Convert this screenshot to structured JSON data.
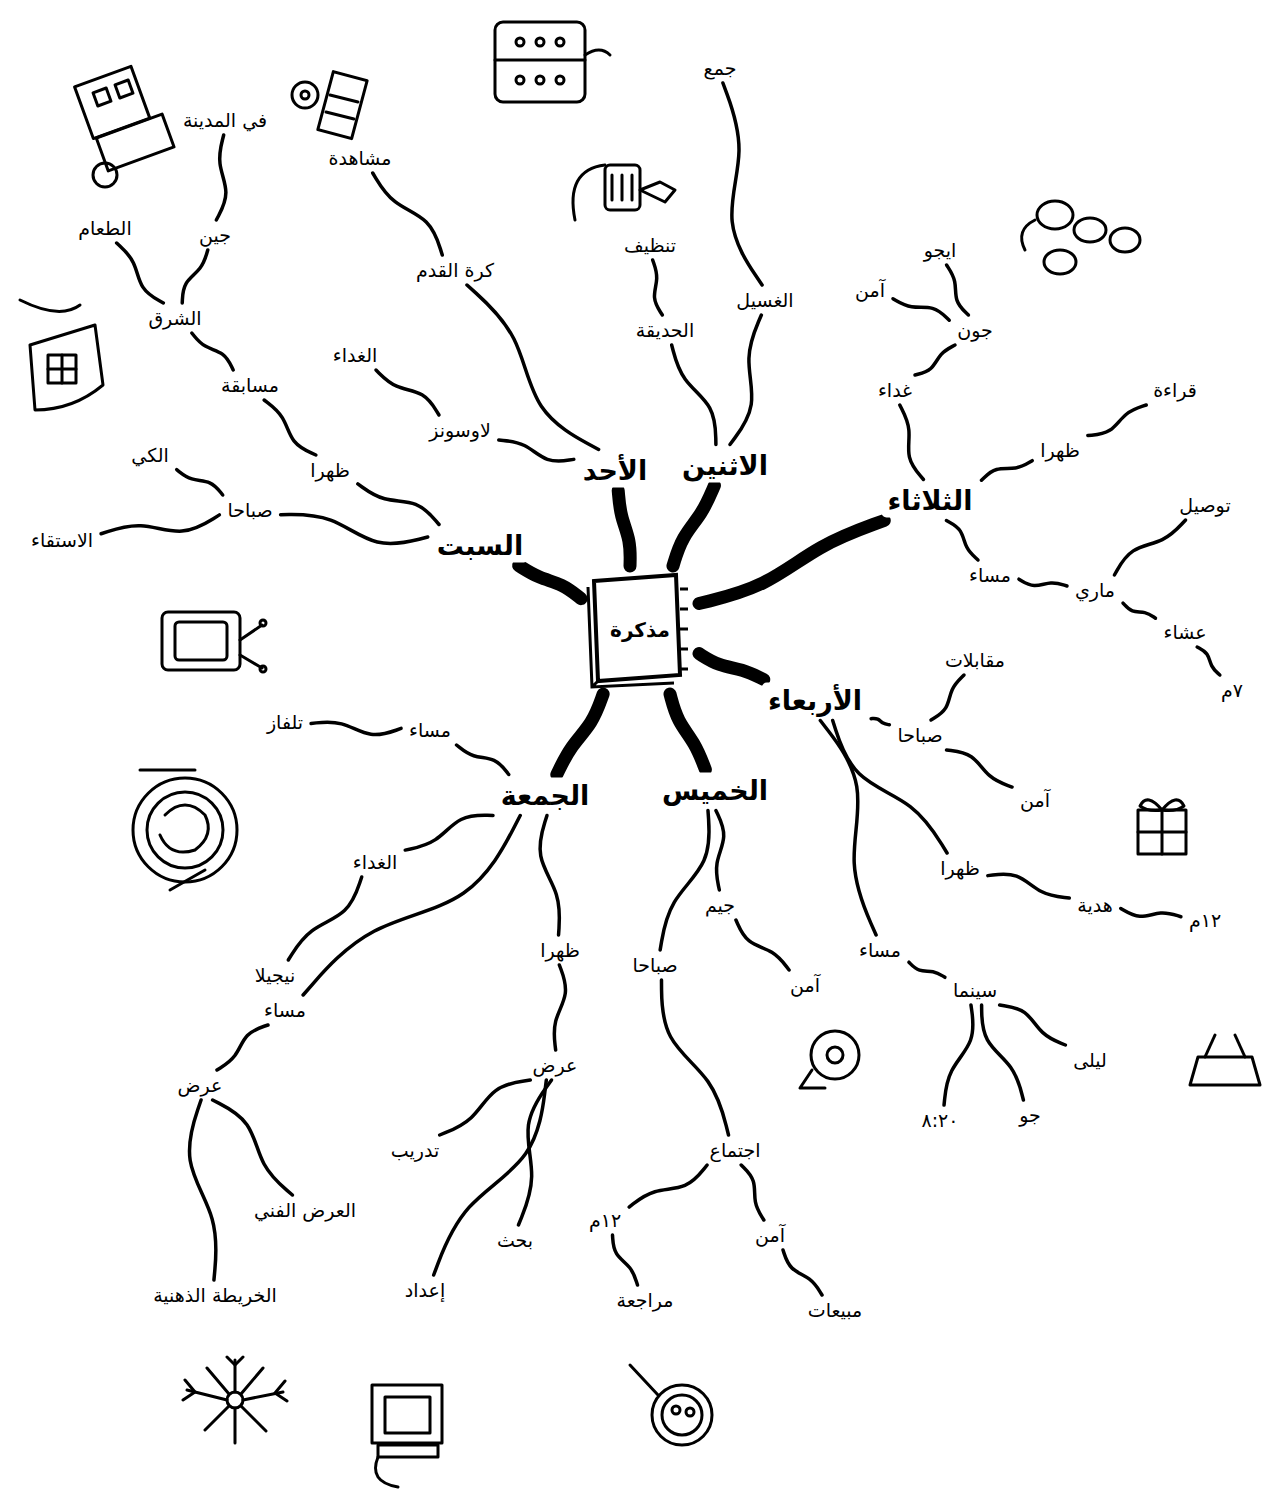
{
  "diagram": {
    "nodes": [
      {
        "text": [
          "مذكرة"
        ]
      },
      {
        "text": [
          "السبت"
        ]
      },
      {
        "text": [
          "صباحا"
        ]
      },
      {
        "text": [
          "الكي"
        ]
      },
      {
        "text": [
          "الاستقاء"
        ]
      },
      {
        "text": [
          "ظهرا"
        ]
      },
      {
        "text": [
          "مسابقة"
        ]
      },
      {
        "text": [
          "الشرق"
        ]
      },
      {
        "text": [
          "جين"
        ]
      },
      {
        "text": [
          "في المدينة"
        ]
      },
      {
        "text": [
          "الطعام"
        ]
      },
      {
        "text": [
          "الأحد"
        ]
      },
      {
        "text": [
          "لاوسونز"
        ]
      },
      {
        "text": [
          "الغداء"
        ]
      },
      {
        "text": [
          "كرة القدم"
        ]
      },
      {
        "text": [
          "مشاهدة"
        ]
      },
      {
        "text": [
          "الاثنين"
        ]
      },
      {
        "text": [
          "الغسيل"
        ]
      },
      {
        "text": [
          "جمع"
        ]
      },
      {
        "text": [
          "الحديقة"
        ]
      },
      {
        "text": [
          "تنظيف"
        ]
      },
      {
        "text": [
          "الثلاثاء"
        ]
      },
      {
        "text": [
          "غداء"
        ]
      },
      {
        "text": [
          "جون"
        ]
      },
      {
        "text": [
          "ايجو"
        ]
      },
      {
        "text": [
          "آمن"
        ]
      },
      {
        "text": [
          "ظهرا"
        ]
      },
      {
        "text": [
          "قراءة"
        ]
      },
      {
        "text": [
          "مساء"
        ]
      },
      {
        "text": [
          "ماري"
        ]
      },
      {
        "text": [
          "توصيل"
        ]
      },
      {
        "text": [
          "عشاء"
        ]
      },
      {
        "text": [
          "٧م"
        ]
      },
      {
        "text": [
          "الأربعاء"
        ]
      },
      {
        "text": [
          "صباحا"
        ]
      },
      {
        "text": [
          "مقابلات"
        ]
      },
      {
        "text": [
          "آمن"
        ]
      },
      {
        "text": [
          "ظهرا"
        ]
      },
      {
        "text": [
          "هدية"
        ]
      },
      {
        "text": [
          "١٢م"
        ]
      },
      {
        "text": [
          "مساء"
        ]
      },
      {
        "text": [
          "سينما"
        ]
      },
      {
        "text": [
          "ليلى"
        ]
      },
      {
        "text": [
          "جو"
        ]
      },
      {
        "text": [
          "٨:٢٠"
        ]
      },
      {
        "text": [
          "الخميس"
        ]
      },
      {
        "text": [
          "جيم"
        ]
      },
      {
        "text": [
          "آمن"
        ]
      },
      {
        "text": [
          "صباحا"
        ]
      },
      {
        "text": [
          "اجتماع"
        ]
      },
      {
        "text": [
          "آمن"
        ]
      },
      {
        "text": [
          "مبيعات"
        ]
      },
      {
        "text": [
          "١٢م"
        ]
      },
      {
        "text": [
          "مراجعة"
        ]
      },
      {
        "text": [
          "الجمعة"
        ]
      },
      {
        "text": [
          "مساء"
        ]
      },
      {
        "text": [
          "تلفاز"
        ]
      },
      {
        "text": [
          "الغداء"
        ]
      },
      {
        "text": [
          "نيجيلا"
        ]
      },
      {
        "text": [
          "ظهرا"
        ]
      },
      {
        "text": [
          "عرض"
        ]
      },
      {
        "text": [
          "بحث"
        ]
      },
      {
        "text": [
          "إعداد"
        ]
      },
      {
        "text": [
          "تدريب"
        ]
      },
      {
        "text": [
          "مساء"
        ]
      },
      {
        "text": [
          "عرض"
        ]
      },
      {
        "text": [
          "العرض الفني"
        ]
      },
      {
        "text": [
          "الخريطة الذهنية"
        ]
      }
    ],
    "edges": [
      {
        "from": 0,
        "to": 1,
        "arrow": "none"
      },
      {
        "from": 1,
        "to": 2,
        "arrow": "none"
      },
      {
        "from": 2,
        "to": 3,
        "arrow": "none"
      },
      {
        "from": 2,
        "to": 4,
        "arrow": "none"
      },
      {
        "from": 1,
        "to": 5,
        "arrow": "none"
      },
      {
        "from": 5,
        "to": 6,
        "arrow": "none"
      },
      {
        "from": 6,
        "to": 7,
        "arrow": "none"
      },
      {
        "from": 7,
        "to": 8,
        "arrow": "none"
      },
      {
        "from": 8,
        "to": 9,
        "arrow": "none"
      },
      {
        "from": 7,
        "to": 10,
        "arrow": "none"
      },
      {
        "from": 0,
        "to": 11,
        "arrow": "none"
      },
      {
        "from": 11,
        "to": 12,
        "arrow": "none"
      },
      {
        "from": 12,
        "to": 13,
        "arrow": "none"
      },
      {
        "from": 11,
        "to": 14,
        "arrow": "none"
      },
      {
        "from": 14,
        "to": 15,
        "arrow": "none"
      },
      {
        "from": 0,
        "to": 16,
        "arrow": "none"
      },
      {
        "from": 16,
        "to": 17,
        "arrow": "none"
      },
      {
        "from": 17,
        "to": 18,
        "arrow": "none"
      },
      {
        "from": 16,
        "to": 19,
        "arrow": "none"
      },
      {
        "from": 19,
        "to": 20,
        "arrow": "none"
      },
      {
        "from": 0,
        "to": 21,
        "arrow": "none"
      },
      {
        "from": 21,
        "to": 22,
        "arrow": "none"
      },
      {
        "from": 22,
        "to": 23,
        "arrow": "none"
      },
      {
        "from": 23,
        "to": 24,
        "arrow": "none"
      },
      {
        "from": 23,
        "to": 25,
        "arrow": "none"
      },
      {
        "from": 21,
        "to": 26,
        "arrow": "none"
      },
      {
        "from": 26,
        "to": 27,
        "arrow": "none"
      },
      {
        "from": 21,
        "to": 28,
        "arrow": "none"
      },
      {
        "from": 28,
        "to": 29,
        "arrow": "none"
      },
      {
        "from": 29,
        "to": 30,
        "arrow": "none"
      },
      {
        "from": 29,
        "to": 31,
        "arrow": "none"
      },
      {
        "from": 31,
        "to": 32,
        "arrow": "none"
      },
      {
        "from": 0,
        "to": 33,
        "arrow": "none"
      },
      {
        "from": 33,
        "to": 34,
        "arrow": "none"
      },
      {
        "from": 34,
        "to": 35,
        "arrow": "none"
      },
      {
        "from": 34,
        "to": 36,
        "arrow": "none"
      },
      {
        "from": 33,
        "to": 37,
        "arrow": "none"
      },
      {
        "from": 37,
        "to": 38,
        "arrow": "none"
      },
      {
        "from": 38,
        "to": 39,
        "arrow": "none"
      },
      {
        "from": 33,
        "to": 40,
        "arrow": "none"
      },
      {
        "from": 40,
        "to": 41,
        "arrow": "none"
      },
      {
        "from": 41,
        "to": 42,
        "arrow": "none"
      },
      {
        "from": 41,
        "to": 43,
        "arrow": "none"
      },
      {
        "from": 41,
        "to": 44,
        "arrow": "none"
      },
      {
        "from": 0,
        "to": 45,
        "arrow": "none"
      },
      {
        "from": 45,
        "to": 46,
        "arrow": "none"
      },
      {
        "from": 46,
        "to": 47,
        "arrow": "none"
      },
      {
        "from": 45,
        "to": 48,
        "arrow": "none"
      },
      {
        "from": 48,
        "to": 49,
        "arrow": "none"
      },
      {
        "from": 49,
        "to": 50,
        "arrow": "none"
      },
      {
        "from": 50,
        "to": 51,
        "arrow": "none"
      },
      {
        "from": 49,
        "to": 52,
        "arrow": "none"
      },
      {
        "from": 52,
        "to": 53,
        "arrow": "none"
      },
      {
        "from": 0,
        "to": 54,
        "arrow": "none"
      },
      {
        "from": 54,
        "to": 55,
        "arrow": "none"
      },
      {
        "from": 55,
        "to": 56,
        "arrow": "none"
      },
      {
        "from": 54,
        "to": 57,
        "arrow": "none"
      },
      {
        "from": 57,
        "to": 58,
        "arrow": "none"
      },
      {
        "from": 54,
        "to": 59,
        "arrow": "none"
      },
      {
        "from": 59,
        "to": 60,
        "arrow": "none"
      },
      {
        "from": 60,
        "to": 61,
        "arrow": "none"
      },
      {
        "from": 60,
        "to": 62,
        "arrow": "none"
      },
      {
        "from": 60,
        "to": 63,
        "arrow": "none"
      },
      {
        "from": 54,
        "to": 64,
        "arrow": "none"
      },
      {
        "from": 64,
        "to": 65,
        "arrow": "none"
      },
      {
        "from": 65,
        "to": 66,
        "arrow": "none"
      },
      {
        "from": 65,
        "to": 67,
        "arrow": "none"
      }
    ]
  }
}
